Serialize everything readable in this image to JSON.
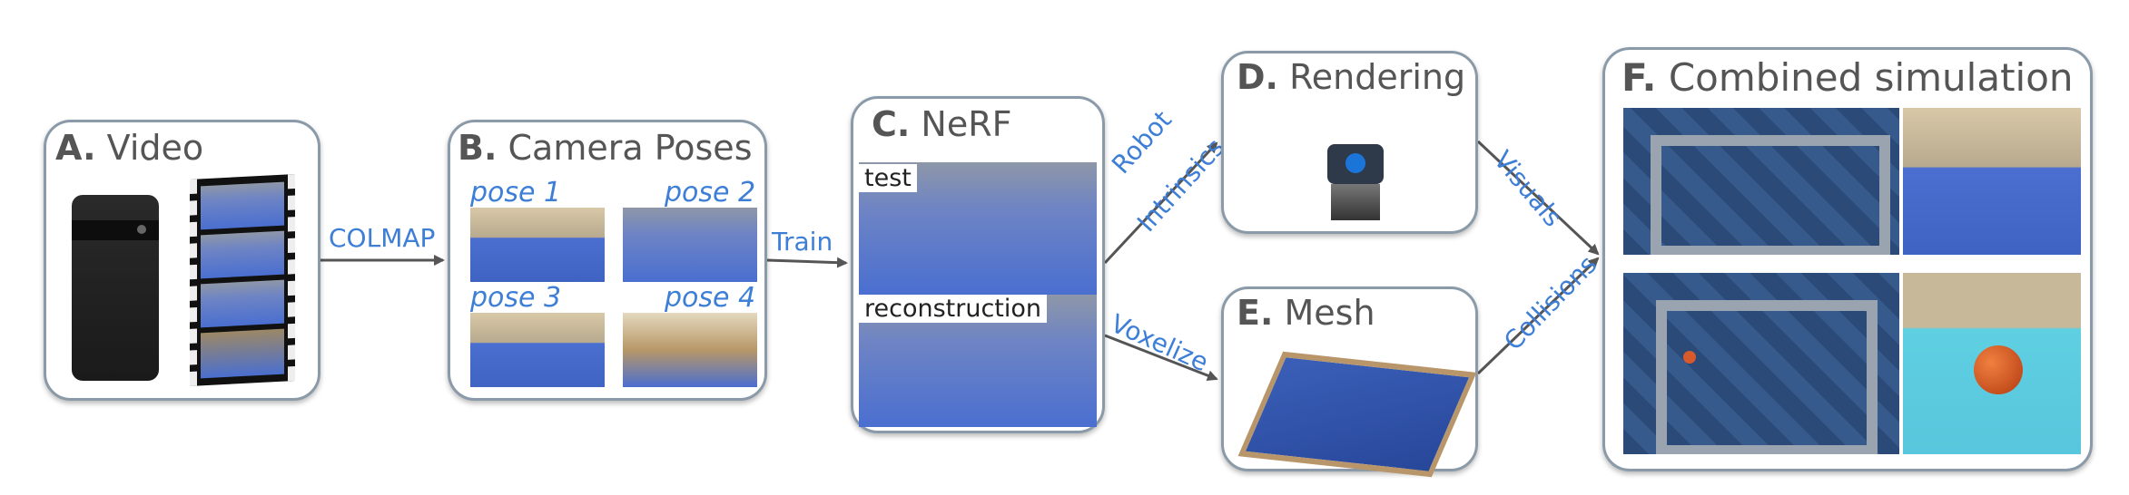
{
  "nodes": {
    "a": {
      "letter": "A.",
      "name": "Video"
    },
    "b": {
      "letter": "B.",
      "name": "Camera Poses",
      "poses": [
        "pose 1",
        "pose 2",
        "pose 3",
        "pose 4"
      ]
    },
    "c": {
      "letter": "C.",
      "name": "NeRF",
      "caption_top": "test",
      "caption_bottom": "reconstruction"
    },
    "d": {
      "letter": "D.",
      "name": "Rendering"
    },
    "e": {
      "letter": "E.",
      "name": "Mesh"
    },
    "f": {
      "letter": "F.",
      "name": "Combined simulation"
    }
  },
  "edges": {
    "a_b": "COLMAP",
    "b_c": "Train",
    "c_d_line1": "Robot",
    "c_d_line2": "Intrinsics",
    "c_e": "Voxelize",
    "d_f": "Visuals",
    "e_f": "Collisions"
  },
  "colors": {
    "accent": "#3d7ed6",
    "border": "#8a9aa8",
    "floor_blue": "#4a6fd0"
  }
}
